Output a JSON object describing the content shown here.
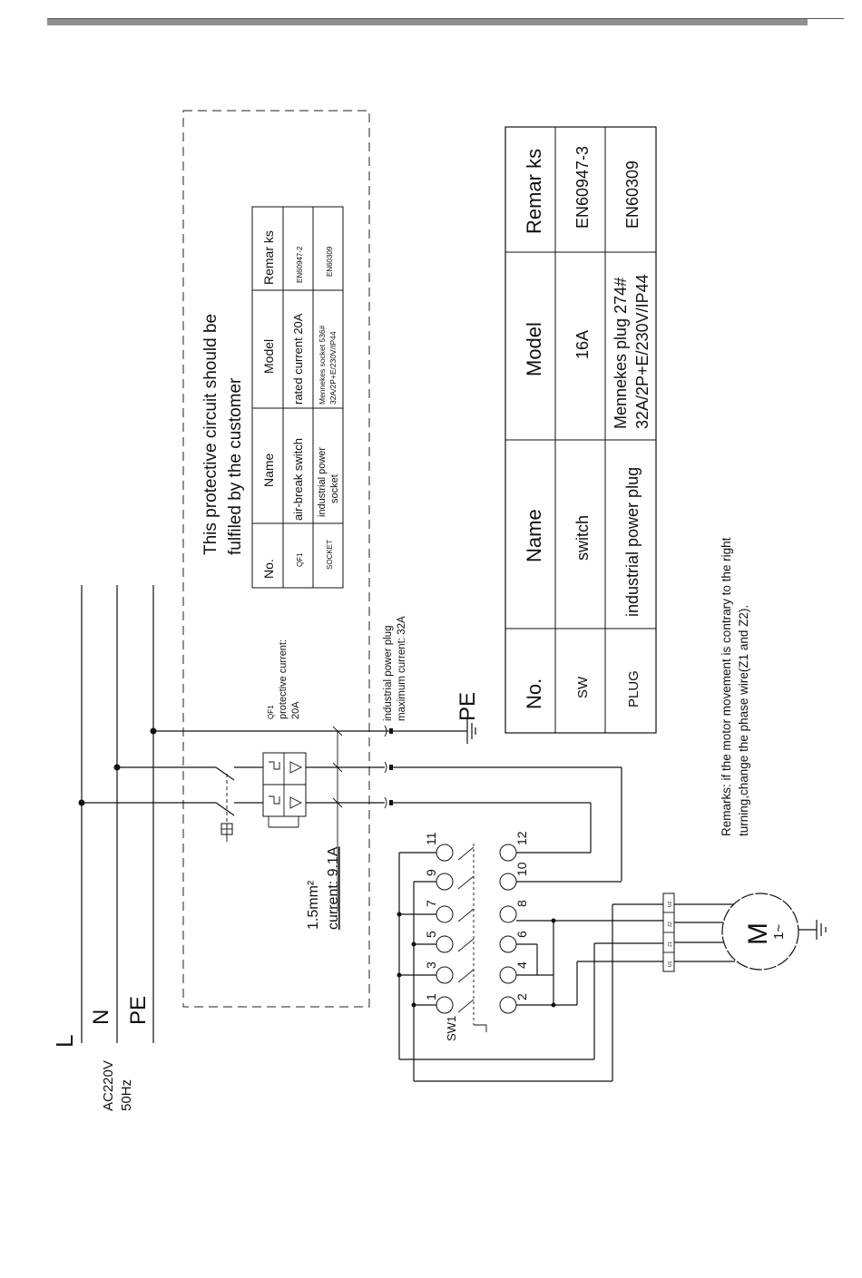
{
  "power": {
    "line_l": "L",
    "line_n": "N",
    "line_pe": "PE",
    "supply": "AC220V",
    "frequency": "50Hz"
  },
  "customer_box": {
    "title_line1": "This protective circuit should be",
    "title_line2": "fulfiled by the customer",
    "table": {
      "headers": [
        "No.",
        "Name",
        "Model",
        "Remar ks"
      ],
      "rows": [
        {
          "no": "QF1",
          "name": "air-break switch",
          "model": "rated current 20A",
          "remarks": "EN60947-2"
        },
        {
          "no": "SOCKET",
          "name_l1": "industrial power",
          "name_l2": "socket",
          "model_l1": "Mennekes socket 536#",
          "model_l2": "32A/2P+E/230V/IP44",
          "remarks": "EN60309"
        }
      ]
    },
    "qf1_label": "QF1",
    "protective_label": "protective current:",
    "protective_value": "20A",
    "cable_size": "1.5mm²",
    "cable_current": "current:  9.1A"
  },
  "plug_label": {
    "line1": "industrial power plug",
    "line2": "maximum current:  32A"
  },
  "pe_symbol": "PE",
  "switch": {
    "name": "SW1",
    "terminals": [
      "1",
      "2",
      "3",
      "4",
      "5",
      "6",
      "7",
      "8",
      "9",
      "10",
      "11",
      "12"
    ]
  },
  "motor": {
    "symbol": "M",
    "phase": "1~",
    "terminals": [
      "U1",
      "Z1",
      "Z2",
      "U2"
    ]
  },
  "main_table": {
    "headers": [
      "No.",
      "Name",
      "Model",
      "Remar ks"
    ],
    "rows": [
      {
        "no": "SW",
        "name": "switch",
        "model": "16A",
        "remarks": "EN60947-3"
      },
      {
        "no": "PLUG",
        "name": "industrial power plug",
        "model_l1": "Mennekes plug 274#",
        "model_l2": "32A/2P+E/230V/IP44",
        "remarks": "EN60309"
      }
    ]
  },
  "remarks": {
    "line1": "Remarks:  if the motor movement is contrary to the right",
    "line2": "turning,change the phase wire(Z1 and Z2)."
  }
}
